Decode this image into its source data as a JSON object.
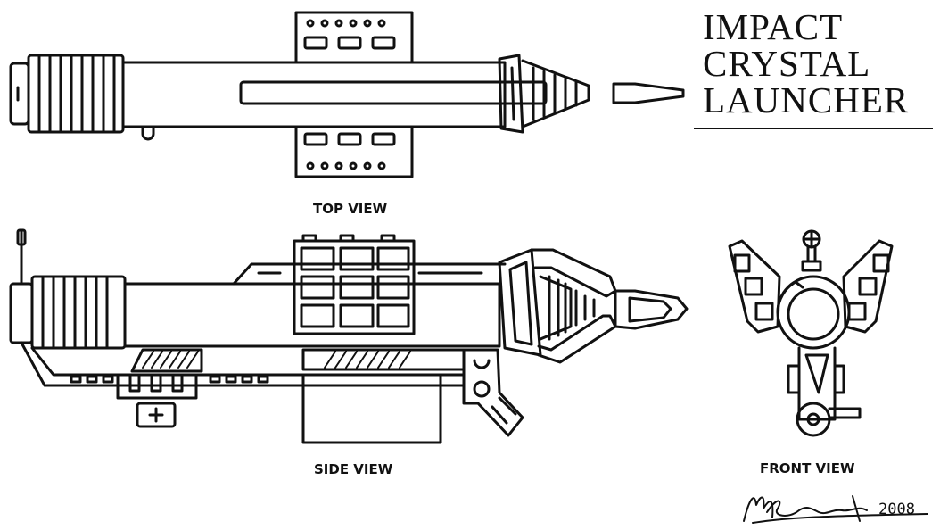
{
  "title": {
    "line1": "IMPACT",
    "line2": "CRYSTAL",
    "line3": "LAUNCHER"
  },
  "labels": {
    "top_view": "TOP VIEW",
    "side_view": "SIDE VIEW",
    "front_view": "FRONT VIEW"
  },
  "signature": {
    "name": "M Stewart",
    "year": "2008"
  },
  "colors": {
    "ink": "#111111",
    "paper": "#ffffff"
  }
}
